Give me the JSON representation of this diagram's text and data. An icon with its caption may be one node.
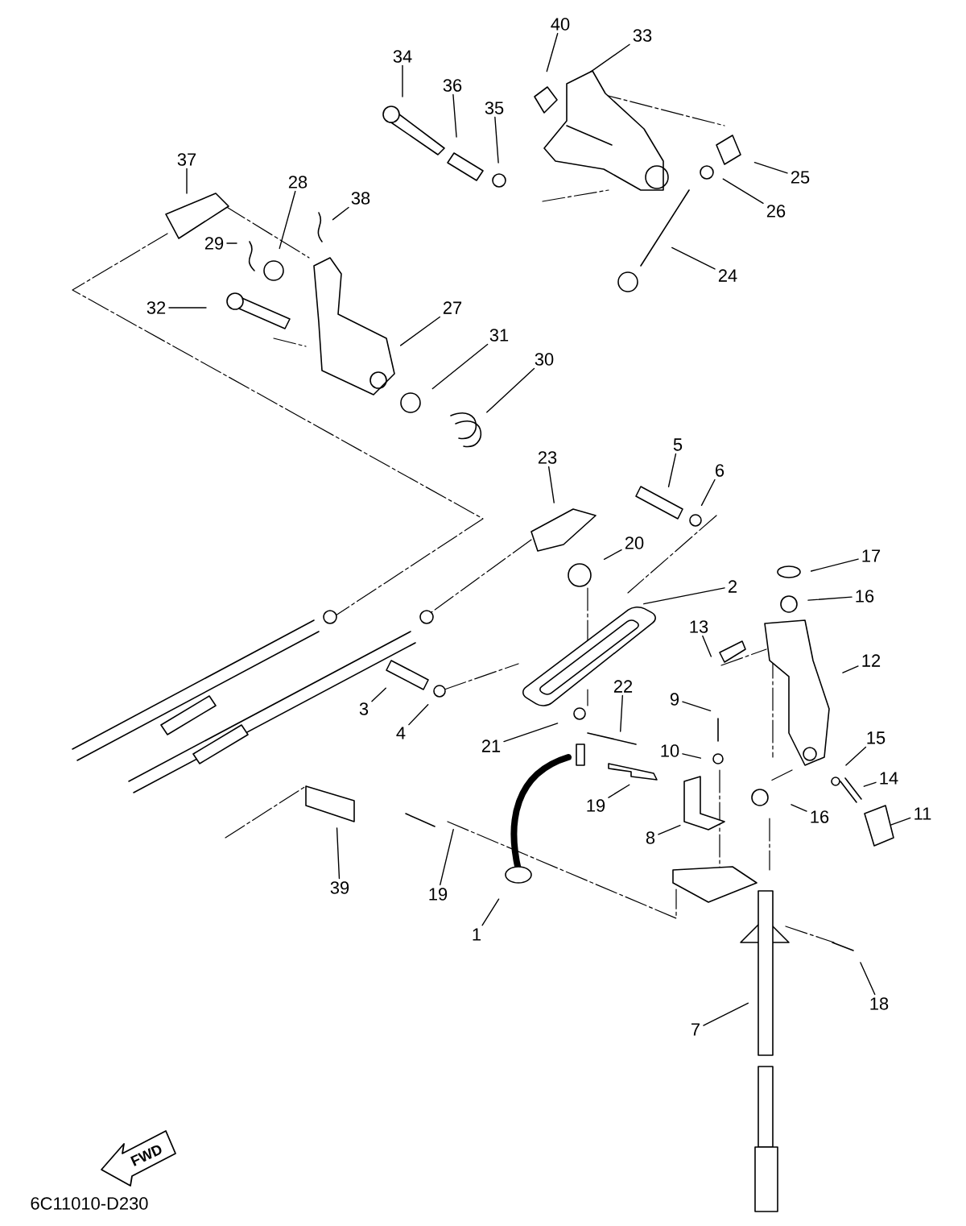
{
  "diagram": {
    "nodes": [
      {
        "text": [
          "40"
        ]
      },
      {
        "text": [
          "33"
        ]
      },
      {
        "text": [
          "34"
        ]
      },
      {
        "text": [
          "36"
        ]
      },
      {
        "text": [
          "35"
        ]
      },
      {
        "text": [
          "37"
        ]
      },
      {
        "text": [
          "28"
        ]
      },
      {
        "text": [
          "38"
        ]
      },
      {
        "text": [
          "25"
        ]
      },
      {
        "text": [
          "26"
        ]
      },
      {
        "text": [
          "29"
        ]
      },
      {
        "text": [
          "32"
        ]
      },
      {
        "text": [
          "24"
        ]
      },
      {
        "text": [
          "27"
        ]
      },
      {
        "text": [
          "31"
        ]
      },
      {
        "text": [
          "30"
        ]
      },
      {
        "text": [
          "23"
        ]
      },
      {
        "text": [
          "5"
        ]
      },
      {
        "text": [
          "6"
        ]
      },
      {
        "text": [
          "20"
        ]
      },
      {
        "text": [
          "17"
        ]
      },
      {
        "text": [
          "2"
        ]
      },
      {
        "text": [
          "16"
        ]
      },
      {
        "text": [
          "13"
        ]
      },
      {
        "text": [
          "12"
        ]
      },
      {
        "text": [
          "3"
        ]
      },
      {
        "text": [
          "4"
        ]
      },
      {
        "text": [
          "9"
        ]
      },
      {
        "text": [
          "22"
        ]
      },
      {
        "text": [
          "21"
        ]
      },
      {
        "text": [
          "10"
        ]
      },
      {
        "text": [
          "15"
        ]
      },
      {
        "text": [
          "14"
        ]
      },
      {
        "text": [
          "19"
        ]
      },
      {
        "text": [
          "16"
        ]
      },
      {
        "text": [
          "11"
        ]
      },
      {
        "text": [
          "8"
        ]
      },
      {
        "text": [
          "39"
        ]
      },
      {
        "text": [
          "19"
        ]
      },
      {
        "text": [
          "1"
        ]
      },
      {
        "text": [
          "18"
        ]
      },
      {
        "text": [
          "7"
        ]
      },
      {
        "text": [
          "FWD"
        ]
      }
    ],
    "edges": [
      {
        "from": 0,
        "to": null,
        "arrow": "none"
      },
      {
        "from": 1,
        "to": null,
        "arrow": "none"
      },
      {
        "from": 2,
        "to": null,
        "arrow": "none"
      },
      {
        "from": 3,
        "to": null,
        "arrow": "none"
      },
      {
        "from": 4,
        "to": null,
        "arrow": "none"
      },
      {
        "from": 5,
        "to": null,
        "arrow": "none"
      },
      {
        "from": 6,
        "to": null,
        "arrow": "none"
      },
      {
        "from": 7,
        "to": null,
        "arrow": "none"
      },
      {
        "from": 8,
        "to": null,
        "arrow": "none"
      },
      {
        "from": 9,
        "to": null,
        "arrow": "none"
      },
      {
        "from": 10,
        "to": null,
        "arrow": "none"
      },
      {
        "from": 11,
        "to": null,
        "arrow": "none"
      },
      {
        "from": 12,
        "to": null,
        "arrow": "none"
      },
      {
        "from": 13,
        "to": null,
        "arrow": "none"
      },
      {
        "from": 14,
        "to": null,
        "arrow": "none"
      },
      {
        "from": 15,
        "to": null,
        "arrow": "none"
      },
      {
        "from": 16,
        "to": null,
        "arrow": "none"
      },
      {
        "from": 17,
        "to": null,
        "arrow": "none"
      },
      {
        "from": 18,
        "to": null,
        "arrow": "none"
      },
      {
        "from": 19,
        "to": null,
        "arrow": "none"
      },
      {
        "from": 20,
        "to": null,
        "arrow": "none"
      },
      {
        "from": 21,
        "to": null,
        "arrow": "none"
      },
      {
        "from": 22,
        "to": null,
        "arrow": "none"
      },
      {
        "from": 23,
        "to": null,
        "arrow": "none"
      },
      {
        "from": 24,
        "to": null,
        "arrow": "none"
      },
      {
        "from": 25,
        "to": null,
        "arrow": "none"
      },
      {
        "from": 26,
        "to": null,
        "arrow": "none"
      },
      {
        "from": 27,
        "to": null,
        "arrow": "none"
      },
      {
        "from": 28,
        "to": null,
        "arrow": "none"
      },
      {
        "from": 29,
        "to": null,
        "arrow": "none"
      },
      {
        "from": 30,
        "to": null,
        "arrow": "none"
      },
      {
        "from": 31,
        "to": null,
        "arrow": "none"
      },
      {
        "from": 32,
        "to": null,
        "arrow": "none"
      },
      {
        "from": 33,
        "to": null,
        "arrow": "none"
      },
      {
        "from": 34,
        "to": null,
        "arrow": "none"
      },
      {
        "from": 35,
        "to": null,
        "arrow": "none"
      },
      {
        "from": 36,
        "to": null,
        "arrow": "none"
      },
      {
        "from": 37,
        "to": null,
        "arrow": "none"
      },
      {
        "from": 38,
        "to": null,
        "arrow": "none"
      },
      {
        "from": 39,
        "to": null,
        "arrow": "none"
      },
      {
        "from": 40,
        "to": null,
        "arrow": "none"
      },
      {
        "from": 41,
        "to": null,
        "arrow": "none"
      }
    ],
    "labels": [
      "6C11010-D230"
    ]
  }
}
